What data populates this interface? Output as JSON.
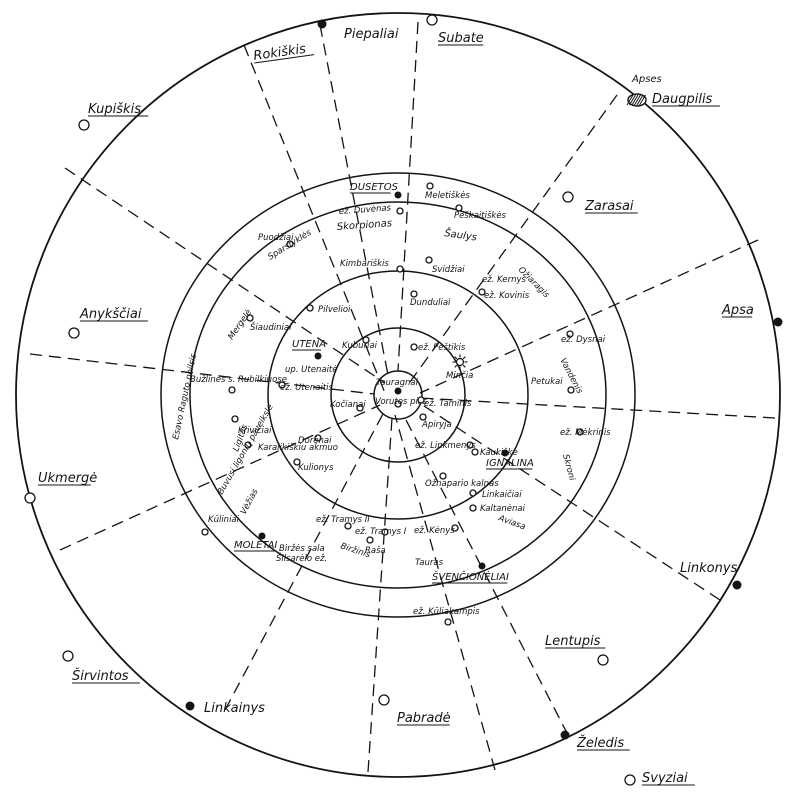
{
  "colors": {
    "ink": "#141414",
    "paper": "#ffffff"
  },
  "places": [
    {
      "name": "Rokiškis",
      "marker": "none",
      "underline": true
    },
    {
      "name": "Piepaliai",
      "marker": "filled",
      "underline": false
    },
    {
      "name": "Subate",
      "marker": "open",
      "underline": true
    },
    {
      "name": "Apses",
      "marker": "none",
      "underline": false
    },
    {
      "name": "Daugpilis",
      "marker": "hatched",
      "underline": true
    },
    {
      "name": "Kupiškis",
      "marker": "open",
      "underline": true
    },
    {
      "name": "Zarasai",
      "marker": "open",
      "underline": true
    },
    {
      "name": "Apsa",
      "marker": "filled",
      "underline": true
    },
    {
      "name": "Anykščiai",
      "marker": "open",
      "underline": true
    },
    {
      "name": "Ukmergė",
      "marker": "open",
      "underline": true
    },
    {
      "name": "Linkonys",
      "marker": "filled",
      "underline": false
    },
    {
      "name": "Lentupis",
      "marker": "open",
      "underline": true
    },
    {
      "name": "Širvintos",
      "marker": "open",
      "underline": true
    },
    {
      "name": "Linkainys",
      "marker": "filled",
      "underline": false
    },
    {
      "name": "Pabradė",
      "marker": "open",
      "underline": true
    },
    {
      "name": "Želedis",
      "marker": "filled",
      "underline": true
    },
    {
      "name": "Svyziai",
      "marker": "open",
      "underline": true
    },
    {
      "name": "DUSETOS",
      "marker": "filled",
      "underline": true
    },
    {
      "name": "Meletiškės",
      "marker": "open",
      "underline": false
    },
    {
      "name": "ež. Duvėnas",
      "marker": "open",
      "underline": false
    },
    {
      "name": "Peškaitiškės",
      "marker": "open",
      "underline": false
    },
    {
      "name": "Skorpionas",
      "marker": "none",
      "underline": false
    },
    {
      "name": "Šaulys",
      "marker": "none",
      "underline": false
    },
    {
      "name": "Puodžiai",
      "marker": "open",
      "underline": false
    },
    {
      "name": "Sparstyklės",
      "marker": "none",
      "underline": false
    },
    {
      "name": "Kimbariškis",
      "marker": "open",
      "underline": false
    },
    {
      "name": "Svidžiai",
      "marker": "open",
      "underline": false
    },
    {
      "name": "ež. Kernys",
      "marker": "open",
      "underline": false
    },
    {
      "name": "Ožiaragis",
      "marker": "none",
      "underline": false
    },
    {
      "name": "ež. Kovinis",
      "marker": "none",
      "underline": false
    },
    {
      "name": "Mergelė",
      "marker": "none",
      "underline": false
    },
    {
      "name": "Šiaudiniai",
      "marker": "open",
      "underline": false
    },
    {
      "name": "Pilvelioi",
      "marker": "open",
      "underline": false
    },
    {
      "name": "Dunduliai",
      "marker": "open",
      "underline": false
    },
    {
      "name": "ež. Dysnai",
      "marker": "open",
      "underline": false
    },
    {
      "name": "Vandenis",
      "marker": "none",
      "underline": false
    },
    {
      "name": "UTENA",
      "marker": "filled",
      "underline": true
    },
    {
      "name": "Kuburiai",
      "marker": "open",
      "underline": false
    },
    {
      "name": "ež. Peštikis",
      "marker": "open",
      "underline": false
    },
    {
      "name": "Minčia",
      "marker": "sun",
      "underline": false
    },
    {
      "name": "up. Utenaitė",
      "marker": "none",
      "underline": false
    },
    {
      "name": "ež. Utenaitis",
      "marker": "open",
      "underline": false
    },
    {
      "name": "Bužlinės s. Rubilkiuose",
      "marker": "open",
      "underline": false
    },
    {
      "name": "Tauragnai",
      "marker": "filled",
      "underline": false
    },
    {
      "name": "Petukai",
      "marker": "open",
      "underline": false
    },
    {
      "name": "Vorutos pilis",
      "marker": "open",
      "underline": false
    },
    {
      "name": "Kočianai",
      "marker": "open",
      "underline": false
    },
    {
      "name": "ež. Taminis",
      "marker": "open",
      "underline": false
    },
    {
      "name": "Apiryja",
      "marker": "open",
      "underline": false
    },
    {
      "name": "Esavo Raguto poilsis",
      "marker": "none",
      "underline": false
    },
    {
      "name": "Krivičiai",
      "marker": "open",
      "underline": false
    },
    {
      "name": "Ligitas",
      "marker": "none",
      "underline": false
    },
    {
      "name": "Karalikiškiu akmuo",
      "marker": "open",
      "underline": false
    },
    {
      "name": "Dorėnai",
      "marker": "open",
      "underline": false
    },
    {
      "name": "ež. Mėkrinis",
      "marker": "open",
      "underline": false
    },
    {
      "name": "Skroni",
      "marker": "none",
      "underline": false
    },
    {
      "name": "ež. Linkmenys",
      "marker": "open",
      "underline": false
    },
    {
      "name": "Kaukiškė",
      "marker": "open",
      "underline": false
    },
    {
      "name": "IGNALINA",
      "marker": "filled",
      "underline": true
    },
    {
      "name": "Kulionys",
      "marker": "open",
      "underline": false
    },
    {
      "name": "Ožnapario kalnas",
      "marker": "open",
      "underline": false
    },
    {
      "name": "Buvusi ligonių paveiksle",
      "marker": "none",
      "underline": false
    },
    {
      "name": "Vėžias",
      "marker": "none",
      "underline": false
    },
    {
      "name": "Linkaičiai",
      "marker": "open",
      "underline": false
    },
    {
      "name": "Kaltanėnai",
      "marker": "open",
      "underline": false
    },
    {
      "name": "Kūliniai",
      "marker": "open",
      "underline": false
    },
    {
      "name": "Aviasa",
      "marker": "none",
      "underline": false
    },
    {
      "name": "ež. Tramys II",
      "marker": "open",
      "underline": false
    },
    {
      "name": "ež. Tramys I",
      "marker": "open",
      "underline": false
    },
    {
      "name": "ež. Kėnys",
      "marker": "open",
      "underline": false
    },
    {
      "name": "Biržinis",
      "marker": "none",
      "underline": false
    },
    {
      "name": "MOLETAI",
      "marker": "filled",
      "underline": true
    },
    {
      "name": "Biržės sala",
      "marker": "none",
      "underline": false
    },
    {
      "name": "Šilsarėlo ež.",
      "marker": "none",
      "underline": false
    },
    {
      "name": "Raša",
      "marker": "open",
      "underline": false
    },
    {
      "name": "Tauras",
      "marker": "none",
      "underline": false
    },
    {
      "name": "ŠVENČIONĖLIAI",
      "marker": "filled",
      "underline": true
    },
    {
      "name": "ež. Kūliakampis",
      "marker": "open",
      "underline": false
    }
  ]
}
